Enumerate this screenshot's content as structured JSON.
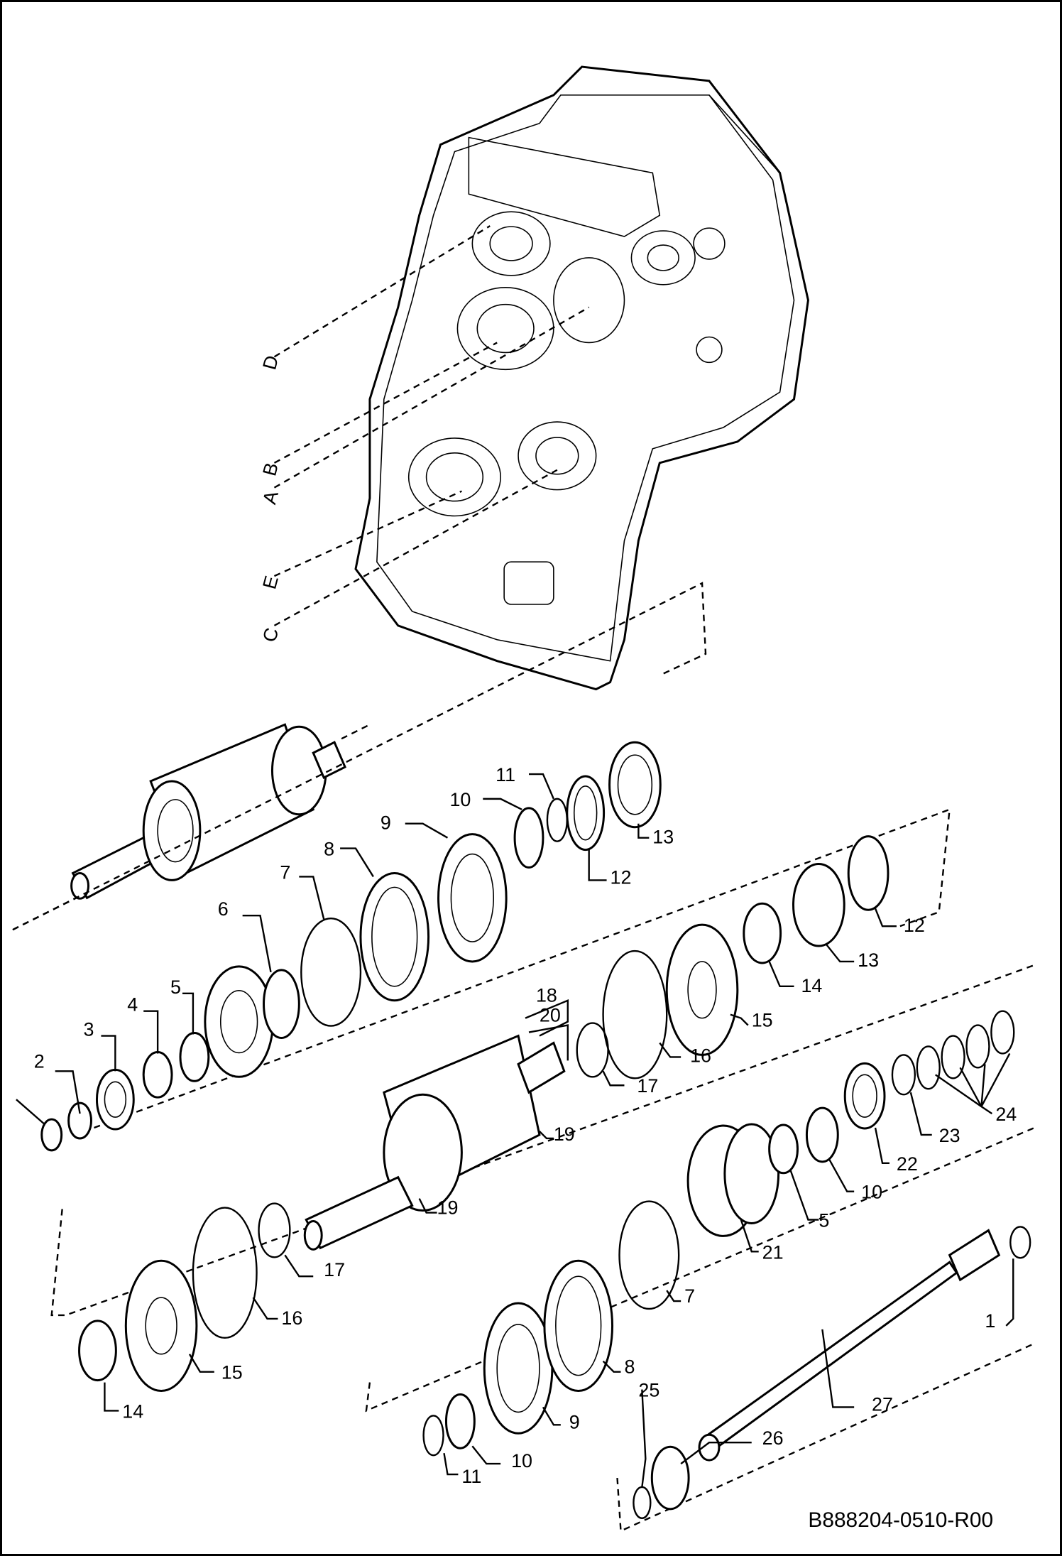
{
  "reference_code": "B888204-0510-R00",
  "housing_callouts": [
    "A",
    "B",
    "C",
    "D",
    "E"
  ],
  "parts": [
    "1",
    "2",
    "3",
    "4",
    "5",
    "6",
    "7",
    "8",
    "9",
    "10",
    "11",
    "12",
    "13",
    "14",
    "15",
    "16",
    "17",
    "18",
    "19",
    "20",
    "21",
    "22",
    "23",
    "24",
    "25",
    "26",
    "27"
  ]
}
